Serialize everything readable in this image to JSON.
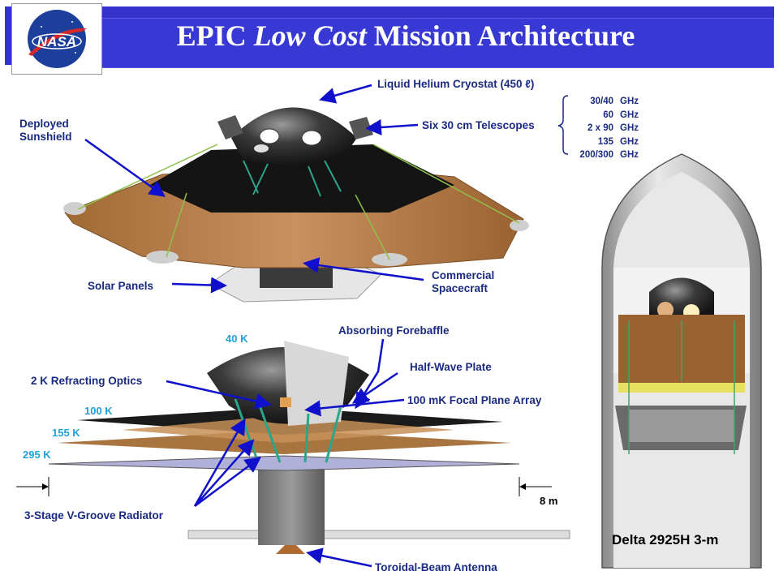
{
  "header": {
    "title_part1": "EPIC",
    "title_italic": "Low Cost",
    "title_part2": "Mission Architecture",
    "logo_text": "NASA"
  },
  "labels": {
    "cryostat": "Liquid Helium Cryostat (450 ℓ)",
    "telescopes": "Six 30 cm Telescopes",
    "sunshield_line1": "Deployed",
    "sunshield_line2": "Sunshield",
    "solar_panels": "Solar Panels",
    "spacecraft_line1": "Commercial",
    "spacecraft_line2": "Spacecraft",
    "forebaffle": "Absorbing Forebaffle",
    "half_wave_plate": "Half-Wave Plate",
    "refracting_optics": "2 K Refracting Optics",
    "focal_plane": "100 mK Focal Plane Array",
    "radiator": "3-Stage V-Groove Radiator",
    "antenna": "Toroidal-Beam Antenna",
    "scale": "8 m",
    "fairing": "Delta 2925H 3-m"
  },
  "temperatures": {
    "t40": "40 K",
    "t100": "100 K",
    "t155": "155 K",
    "t295": "295 K"
  },
  "frequency_bands": [
    {
      "value": "30/40",
      "unit": "GHz"
    },
    {
      "value": "60",
      "unit": "GHz"
    },
    {
      "value": "2 x 90",
      "unit": "GHz"
    },
    {
      "value": "135",
      "unit": "GHz"
    },
    {
      "value": "200/300",
      "unit": "GHz"
    }
  ],
  "colors": {
    "header": "#3333cc",
    "label_text": "#1a2a80",
    "temperature_text": "#1fa3d6",
    "arrow": "#1010cc",
    "sunshield": "#b07a40"
  }
}
